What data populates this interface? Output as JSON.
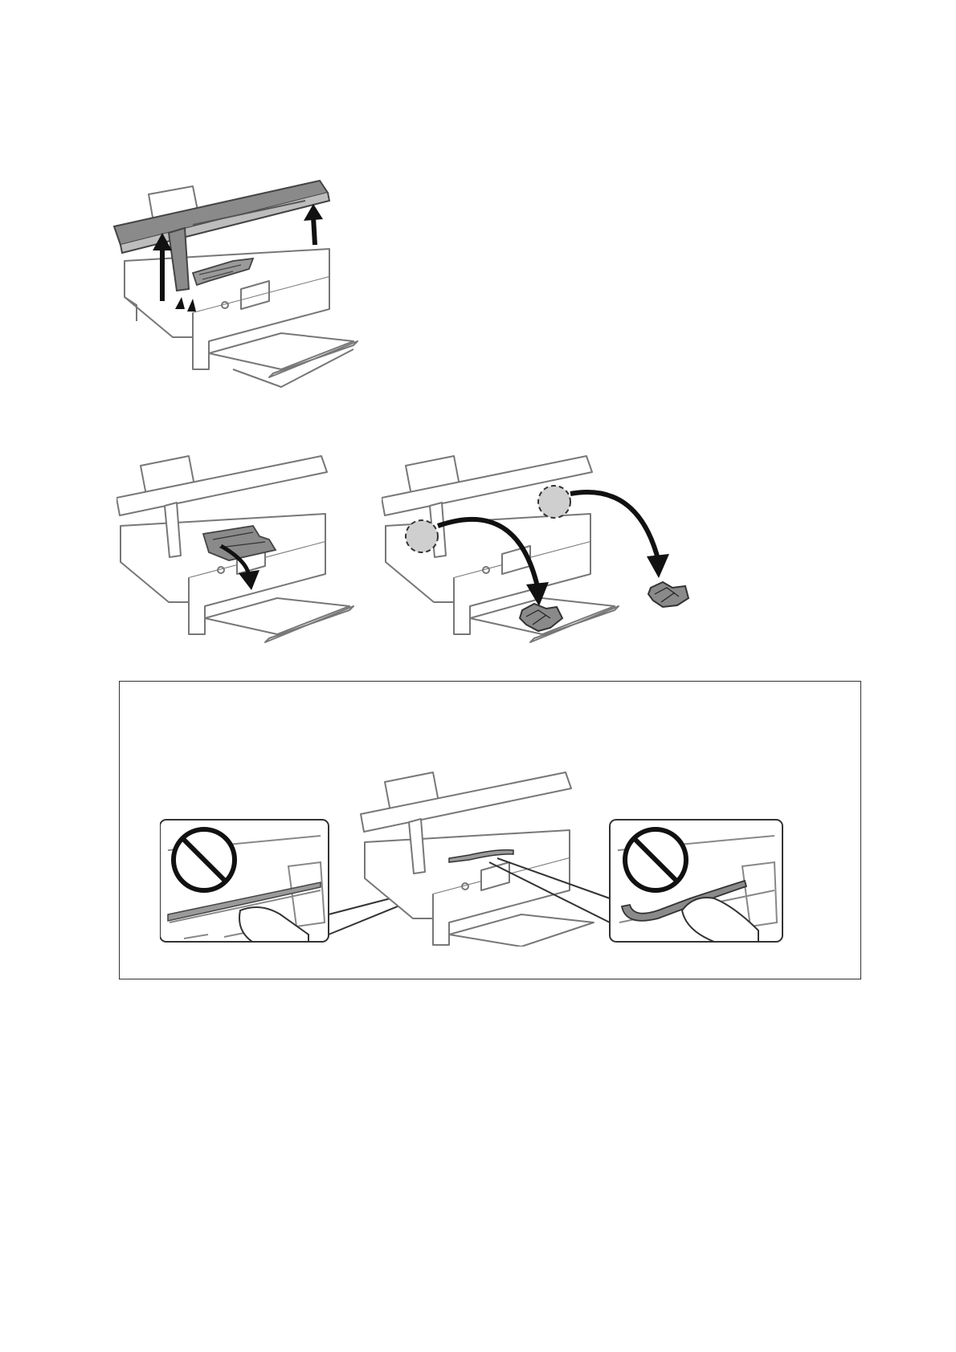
{
  "page": {
    "background": "#ffffff"
  },
  "illustrations": [
    {
      "name": "open-scanner-unit",
      "icons": [
        "arrow-up-icon",
        "arrow-up-icon",
        "jammed-paper-icon"
      ]
    },
    {
      "name": "pull-out-jammed-paper-center",
      "icons": [
        "curved-arrow-icon",
        "jammed-paper-icon"
      ]
    },
    {
      "name": "remove-jammed-paper-sides",
      "icons": [
        "curved-arrow-icon",
        "crumpled-paper-icon"
      ]
    }
  ],
  "caution": {
    "icons": [
      "prohibited-icon",
      "prohibited-icon",
      "hand-icon",
      "flat-cable-icon"
    ]
  },
  "colors": {
    "line": "#555555",
    "fill_dark": "#8a8a8a",
    "fill_mid": "#b5b5b5",
    "fill_paper": "#9a9a9a"
  }
}
